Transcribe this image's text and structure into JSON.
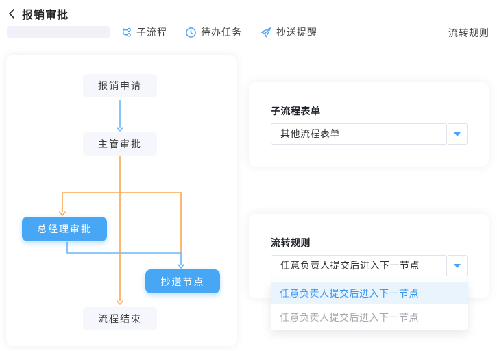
{
  "header": {
    "title": "报销审批"
  },
  "toolbar": {
    "items": [
      {
        "label": "子流程",
        "icon": "subprocess-icon"
      },
      {
        "label": "待办任务",
        "icon": "clock-icon"
      },
      {
        "label": "抄送提醒",
        "icon": "send-icon"
      }
    ],
    "right_label": "流转规则"
  },
  "flowchart": {
    "nodes": [
      {
        "id": "start",
        "label": "报销申请",
        "type": "default"
      },
      {
        "id": "supervisor",
        "label": "主管审批",
        "type": "default"
      },
      {
        "id": "gm",
        "label": "总经理审批",
        "type": "active"
      },
      {
        "id": "cc",
        "label": "抄送节点",
        "type": "active"
      },
      {
        "id": "end",
        "label": "流程结束",
        "type": "default"
      }
    ],
    "colors": {
      "node_active": "#47a7f5",
      "node_default": "#f5f7fc",
      "line_blue": "#6ab5f7",
      "line_orange": "#f9a750"
    }
  },
  "panels": [
    {
      "label": "子流程表单",
      "value": "其他流程表单"
    },
    {
      "label": "流转规则",
      "value": "任意负责人提交后进入下一节点",
      "options": [
        "任意负责人提交后进入下一节点",
        "任意负责人提交后进入下一节点"
      ],
      "selected_index": 0
    }
  ],
  "accent_color": "#4aa3f5"
}
